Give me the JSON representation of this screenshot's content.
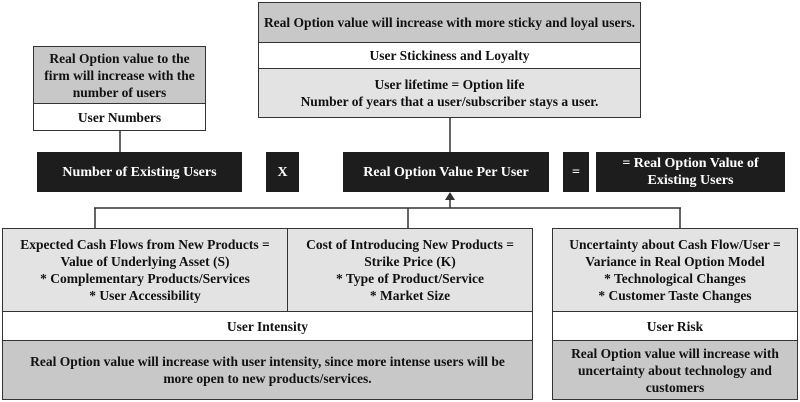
{
  "top_center": {
    "note": "Real Option value will increase with more sticky and loyal users.",
    "title": "User Stickiness and Loyalty",
    "detail": "User lifetime = Option life\nNumber of years that a user/subscriber stays a user."
  },
  "top_left": {
    "note": "Real Option value to the firm will increase with the number of users",
    "title": "User Numbers"
  },
  "equation": {
    "existing_users": "Number of Existing Users",
    "times": "X",
    "value_per_user": "Real Option Value Per User",
    "equals": "=",
    "result": "= Real Option Value of Existing Users"
  },
  "bottom_left": {
    "cash_flows": "Expected Cash Flows from New Products =\nValue of Underlying Asset (S)\n* Complementary Products/Services\n* User Accessibility",
    "cost": "Cost of Introducing New Products =\nStrike Price (K)\n* Type of Product/Service\n* Market Size",
    "title": "User Intensity",
    "note": "Real Option value will increase with user intensity, since more intense users will be more open to new products/services."
  },
  "bottom_right": {
    "uncertainty": "Uncertainty about Cash Flow/User =\nVariance in Real Option Model\n* Technological Changes\n* Customer Taste Changes",
    "title": "User Risk",
    "note": "Real Option value will increase with uncertainty about technology and customers"
  },
  "colors": {
    "dark_box": "#1d1d1d",
    "grey_box": "#c8c8c8",
    "light_box": "#e3e3e3"
  }
}
